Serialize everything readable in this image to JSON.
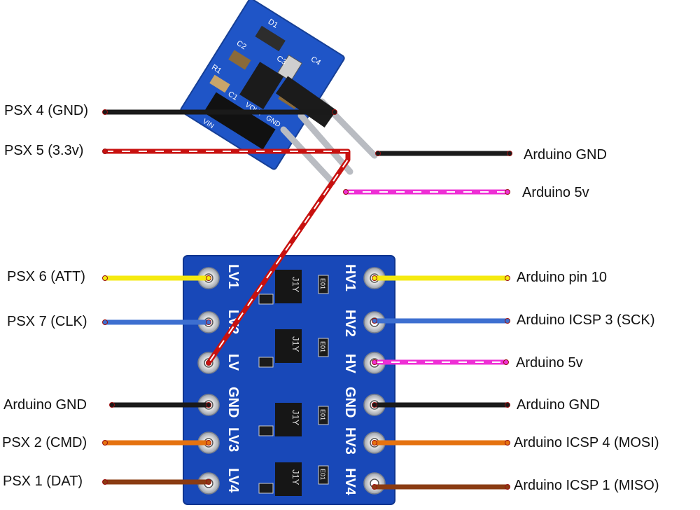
{
  "labels": {
    "left": {
      "psx4": "PSX 4 (GND)",
      "psx5": "PSX 5 (3.3v)",
      "psx6": "PSX 6 (ATT)",
      "psx7": "PSX 7 (CLK)",
      "ard_gnd": "Arduino GND",
      "psx2": "PSX 2 (CMD)",
      "psx1": "PSX 1 (DAT)"
    },
    "right": {
      "reg_gnd": "Arduino GND",
      "reg_5v": "Arduino 5v",
      "pin10": "Arduino pin 10",
      "icsp3": "Arduino ICSP 3 (SCK)",
      "hv_5v": "Arduino 5v",
      "gnd": "Arduino GND",
      "icsp4": "Arduino ICSP 4 (MOSI)",
      "icsp1": "Arduino ICSP 1 (MISO)"
    }
  },
  "regulator": {
    "silkscreen": [
      "D1",
      "C4",
      "C3",
      "C2",
      "R1",
      "C1",
      "VOUT",
      "GND",
      "VIN"
    ]
  },
  "level_shifter": {
    "left_pins": [
      "LV1",
      "LV2",
      "LV",
      "GND",
      "LV3",
      "LV4"
    ],
    "right_pins": [
      "HV1",
      "HV2",
      "HV",
      "GND",
      "HV3",
      "HV4"
    ],
    "chip_label": "J1Y",
    "resistor_label": "E01"
  },
  "colors": {
    "black": "#1a1a1a",
    "red": "#c8110f",
    "magenta": "#ee2fd5",
    "yellow": "#f5ea10",
    "blue": "#3d6fd0",
    "orange": "#e5720f",
    "brown": "#8a3b12",
    "board_blue": "#1848b8"
  }
}
